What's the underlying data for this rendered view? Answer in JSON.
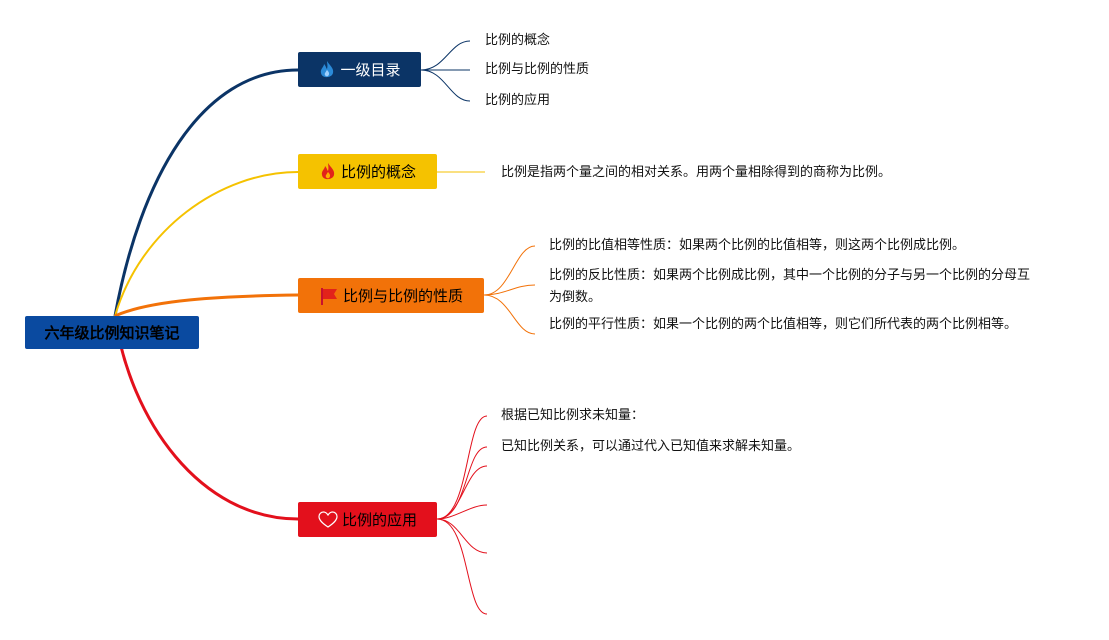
{
  "root": {
    "label": "六年级比例知识笔记"
  },
  "branches": [
    {
      "label": "一级目录",
      "color": "#0b3466",
      "icon": "fire-icon",
      "children": [
        "比例的概念",
        "比例与比例的性质",
        "比例的应用"
      ]
    },
    {
      "label": "比例的概念",
      "color": "#f5c200",
      "icon": "fire-icon",
      "children": [
        "比例是指两个量之间的相对关系。用两个量相除得到的商称为比例。"
      ]
    },
    {
      "label": "比例与比例的性质",
      "color": "#f27209",
      "icon": "flag-icon",
      "children": [
        "比例的比值相等性质：如果两个比例的比值相等，则这两个比例成比例。",
        "比例的反比性质：如果两个比例成比例，其中一个比例的分子与另一个比例的分母互为倒数。",
        "比例的平行性质：如果一个比例的两个比值相等，则它们所代表的两个比例相等。"
      ]
    },
    {
      "label": "比例的应用",
      "color": "#e3101c",
      "icon": "heart-icon",
      "children": [
        "根据已知比例求未知量：",
        "已知比例关系，可以通过代入已知值来求解未知量。",
        "",
        "",
        "",
        ""
      ]
    }
  ]
}
